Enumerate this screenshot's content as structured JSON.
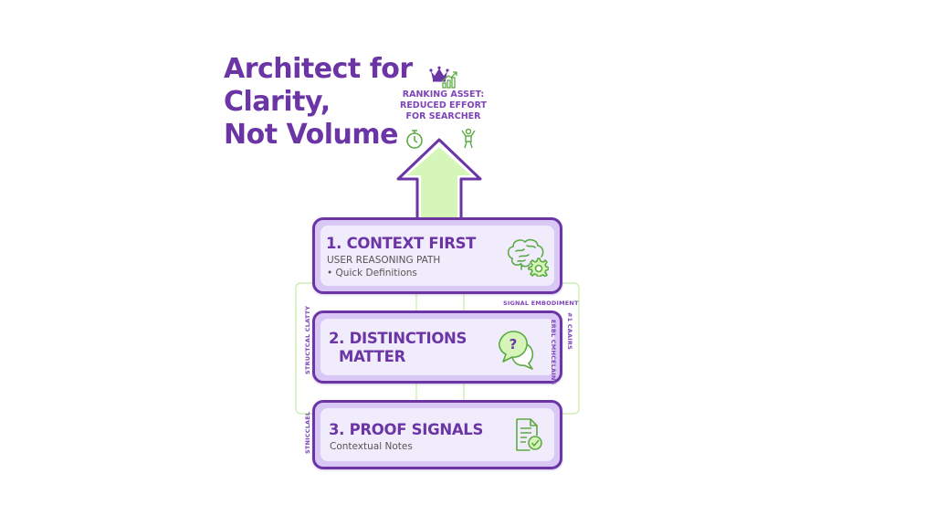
{
  "title": {
    "lines": [
      "Architect for",
      "Clarity,",
      "Not Volume"
    ]
  },
  "ranking_asset": {
    "lines": [
      "RANKING ASSET:",
      "REDUCED EFFORT",
      "FOR SEARCHER"
    ],
    "icons": [
      "crown-icon",
      "growth-chart-icon",
      "stopwatch-icon",
      "person-stretch-icon"
    ]
  },
  "arrow": {
    "icon": "up-arrow-icon"
  },
  "steps": [
    {
      "title": "1. CONTEXT FIRST",
      "subtitle": "USER REASONING PATH",
      "bullet": "• Quick Definitions",
      "icon": "brain-gear-icon"
    },
    {
      "title_line1": "2. DISTINCTIONS",
      "title_line2": "MATTER",
      "icon": "question-speech-bubbles-icon"
    },
    {
      "title": "3. PROOF SIGNALS",
      "subtitle": "Contextual Notes",
      "icon": "document-check-icon"
    }
  ],
  "side_labels": {
    "structural_clarity": "STRUCTCAL CLATTY",
    "structural_clarity_2": "STNICCLAEL",
    "signal_embodiment": "SIGNAL EMBODIMENT",
    "signal_suffix": "#1 CAAIRS",
    "right_vertical": "ERBL CMHCELAINS"
  },
  "colors": {
    "purple": "#6b35a6",
    "lavender": "#d9c8f5",
    "card_fill": "#f1ecfb",
    "green": "#5daa45",
    "light_green": "#d6f5b8"
  }
}
